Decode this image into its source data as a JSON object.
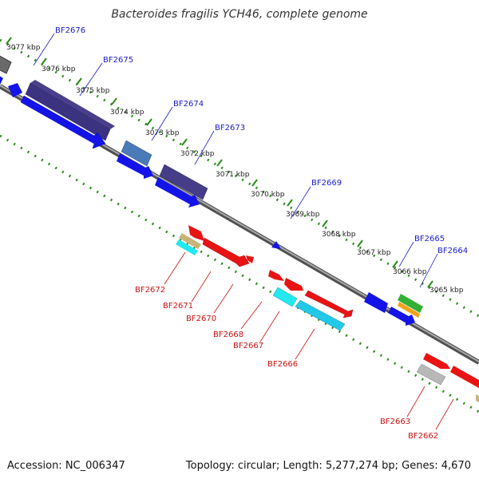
{
  "title": "Bacteroides fragilis YCH46, complete genome",
  "footer": {
    "accession": "Accession: NC_006347",
    "summary": "Topology: circular; Length: 5,277,274 bp; Genes: 4,670"
  },
  "kbp_labels": [
    "3077 kbp",
    "3076 kbp",
    "3075 kbp",
    "3074 kbp",
    "3073 kbp",
    "3072 kbp",
    "3071 kbp",
    "3070 kbp",
    "3069 kbp",
    "3068 kbp",
    "3067 kbp",
    "3066 kbp",
    "3065 kbp"
  ],
  "top_genes": [
    "BF2676",
    "BF2675",
    "BF2674",
    "BF2673",
    "BF2669",
    "BF2665",
    "BF2664"
  ],
  "bottom_genes": [
    "BF2672",
    "BF2671",
    "BF2670",
    "BF2668",
    "BF2667",
    "BF2666",
    "BF2663",
    "BF2662"
  ],
  "colors": {
    "top_label": "#1a1acc",
    "bottom_label": "#cc1111",
    "backbone": "#808080",
    "tick": "#2a8a1a"
  }
}
